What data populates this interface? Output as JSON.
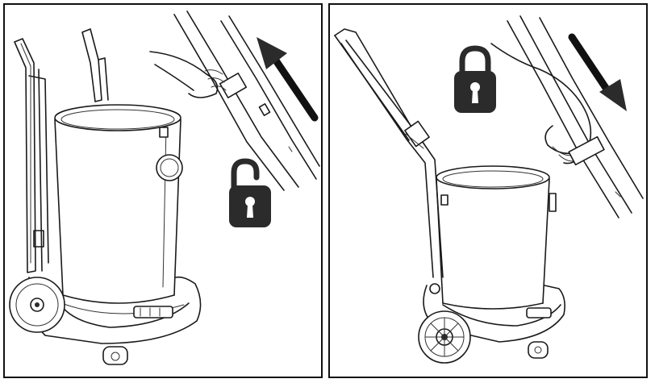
{
  "panels": [
    {
      "id": "left",
      "handle_direction": "up",
      "lock_state": "unlocked",
      "icons": [
        "arrow-up-icon",
        "unlocked-padlock-icon"
      ]
    },
    {
      "id": "right",
      "handle_direction": "down",
      "lock_state": "locked",
      "icons": [
        "locked-padlock-icon",
        "arrow-down-icon"
      ]
    }
  ],
  "colors": {
    "line": "#1a1a1a",
    "icon_fill": "#2b2b2b",
    "frame": "#111111",
    "background": "#ffffff"
  }
}
